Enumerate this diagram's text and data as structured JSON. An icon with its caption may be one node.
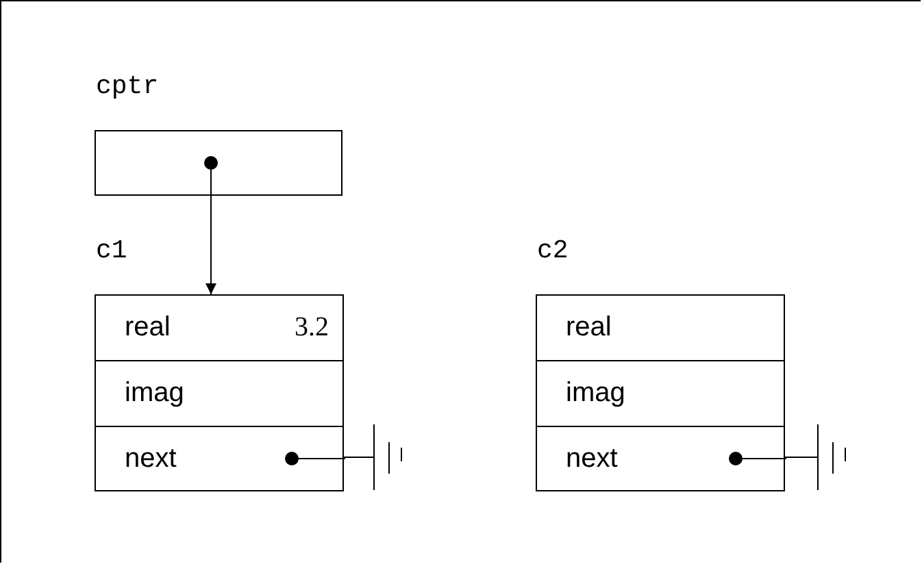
{
  "diagram": {
    "nodes": [
      {
        "text": [
          "cptr"
        ]
      },
      {
        "text": [
          "c1"
        ]
      },
      {
        "text": [
          "real",
          "3.2"
        ],
        "in": 1
      },
      {
        "text": [
          "imag"
        ],
        "in": 1
      },
      {
        "text": [
          "next"
        ],
        "in": 1
      },
      {
        "text": [
          "c2"
        ]
      },
      {
        "text": [
          "real"
        ],
        "in": 5
      },
      {
        "text": [
          "imag"
        ],
        "in": 5
      },
      {
        "text": [
          "next"
        ],
        "in": 5
      },
      {
        "text": [],
        "shape": "ground"
      },
      {
        "text": [],
        "shape": "ground"
      }
    ],
    "edges": [
      {
        "from": 0,
        "to": 1,
        "arrow": "to"
      },
      {
        "from": 4,
        "to": 9,
        "arrow": "none"
      },
      {
        "from": 8,
        "to": 10,
        "arrow": "none"
      }
    ]
  }
}
